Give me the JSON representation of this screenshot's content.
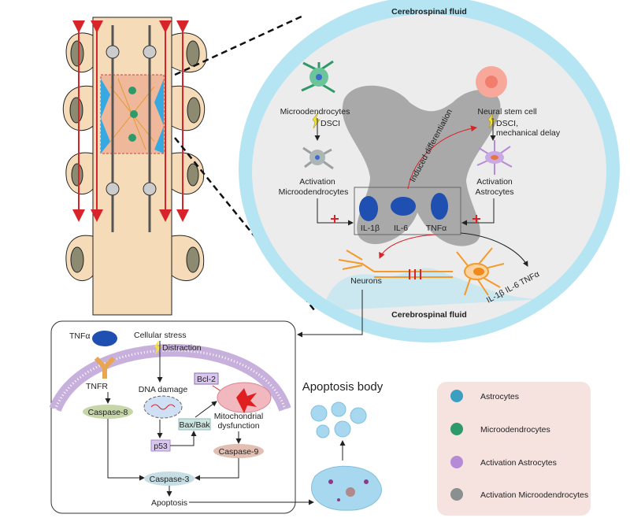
{
  "spinal_section": {
    "top_label": "Cerebrospinal fluid",
    "bottom_label": "Cerebrospinal fluid",
    "microodendrocytes": "Microodendrocytes",
    "dsci_left": "DSCI",
    "activation_micro_1": "Activation",
    "activation_micro_2": "Microodendrocytes",
    "neural_stem_cell": "Neural stem cell",
    "dsci_right": "DSCI,",
    "mechanical_delay": "mechanical delay",
    "activation_astro_1": "Activation",
    "activation_astro_2": "Astrocytes",
    "induced_differentiation": "Induced differentiation",
    "cytokines": [
      "IL-1β",
      "IL-6",
      "TNFα"
    ],
    "neurons": "Neurons",
    "released_cytokines": "IL-1β IL-6 TNFα"
  },
  "pathway": {
    "tnfa": "TNFα",
    "cellular_stress": "Cellular stress",
    "distraction": "Distraction",
    "tnfr": "TNFR",
    "dna_damage": "DNA damage",
    "bcl2": "Bcl-2",
    "caspase8": "Caspase-8",
    "bax_bak": "Bax/Bak",
    "mito_1": "Mitochondrial",
    "mito_2": "dysfunction",
    "p53": "p53",
    "caspase9": "Caspase-9",
    "caspase3": "Caspase-3",
    "apoptosis": "Apoptosis"
  },
  "apoptosis_body": "Apoptosis body",
  "legend": {
    "items": [
      "Astrocytes",
      "Microodendrocytes",
      "Activation Astrocytes",
      "Activation Microodendrocytes"
    ],
    "colors": [
      "#3a9fc0",
      "#2e9a6a",
      "#b58ad6",
      "#8a9090"
    ]
  },
  "colors": {
    "csf": "#b5e4f3",
    "white_matter": "#ececec",
    "gray_matter": "#a9a9a9",
    "arrow_red": "#d9232b",
    "vertebra": "#f6dbb8"
  }
}
